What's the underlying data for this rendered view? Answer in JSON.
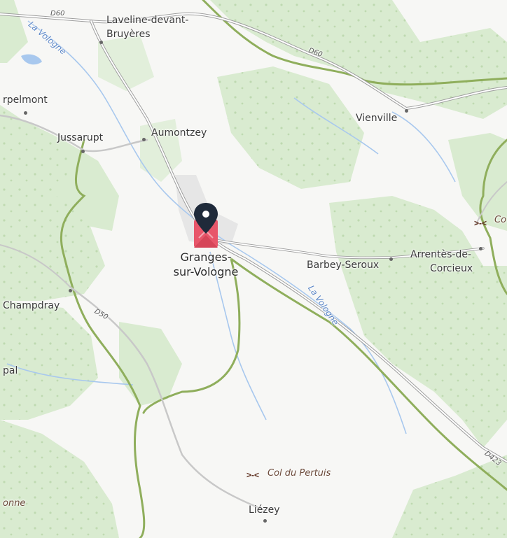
{
  "map": {
    "colors": {
      "background": "#f7f7f5",
      "forest": "#d9ebd0",
      "forest_dot": "#c2dcb4",
      "water": "#a8c8ee",
      "road_minor": "#cfcfcf",
      "road_casing": "#9e9e9e",
      "boundary": "#8fae5c",
      "marker_pin": "#1f2a3a",
      "marker_flag": "#e8566a"
    },
    "places": {
      "laveline": "Laveline-devant-",
      "laveline2": "Bruyères",
      "arpelmont": "rpelmont",
      "jussarupt": "Jussarupt",
      "aumontzey": "Aumontzey",
      "vienville": "Vienville",
      "granges1": "Granges-",
      "granges2": "sur-Vologne",
      "barbey": "Barbey-Seroux",
      "arrentes1": "Arrentès-de-",
      "arrentes2": "Corcieux",
      "champdray": "Champdray",
      "pal": "pal",
      "liezey": "Liézey",
      "onne": "onne"
    },
    "roads": {
      "d60_a": "D60",
      "d60_b": "D60",
      "d50": "D50",
      "d423": "D423"
    },
    "water": {
      "vologne_a": "La Vologne",
      "vologne_b": "La Vologne"
    },
    "passes": {
      "pertuis": "Col du Pertuis",
      "col_right": "Co"
    }
  }
}
